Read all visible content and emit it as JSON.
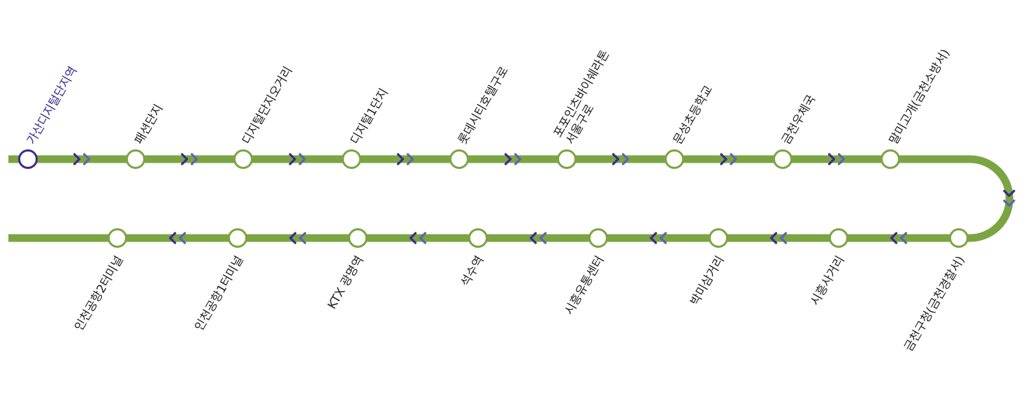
{
  "colors": {
    "line": "#7ba442",
    "current": "#3d2a8f",
    "arrow_dark": "#3d2a8f",
    "arrow_light": "#5e63b0",
    "text": "#222222",
    "station_fill": "#ffffff"
  },
  "current_station": "가산디지털단지역",
  "stations_top": [
    {
      "name": "가산디지털단지역",
      "lines": [
        "가산디지털단지역"
      ],
      "current": true
    },
    {
      "name": "패션단지",
      "lines": [
        "패션단지"
      ]
    },
    {
      "name": "디지털단지오거리",
      "lines": [
        "디지털단지오거리"
      ]
    },
    {
      "name": "디지털1단지",
      "lines": [
        "디지털1단지"
      ]
    },
    {
      "name": "롯데시티호텔구로",
      "lines": [
        "롯데시티호텔구로"
      ]
    },
    {
      "name": "포포인츠바이쉐라톤 서울구로",
      "lines": [
        "포포인츠바이쉐라톤",
        "서울구로"
      ]
    },
    {
      "name": "문성초등학교",
      "lines": [
        "문성초등학교"
      ]
    },
    {
      "name": "금천우체국",
      "lines": [
        "금천우체국"
      ]
    },
    {
      "name": "말미고개(금천소방서)",
      "lines": [
        "말미고개(금천소방서)"
      ]
    }
  ],
  "stations_bottom": [
    {
      "name": "인천공항2터미널",
      "lines": [
        "인천공항2터미널"
      ]
    },
    {
      "name": "인천공항1터미널",
      "lines": [
        "인천공항1터미널"
      ]
    },
    {
      "name": "KTX 광명역",
      "lines": [
        "KTX 광명역"
      ]
    },
    {
      "name": "석수역",
      "lines": [
        "석수역"
      ]
    },
    {
      "name": "시흥유통센터",
      "lines": [
        "시흥유통센터"
      ]
    },
    {
      "name": "박미삼거리",
      "lines": [
        "박미삼거리"
      ]
    },
    {
      "name": "시흥사거리",
      "lines": [
        "시흥사거리"
      ]
    },
    {
      "name": "금천구청(금천경찰서)",
      "lines": [
        "금천구청(금천경찰서)"
      ]
    }
  ],
  "direction_icons": {
    "top": "chevron-right-double-icon",
    "bottom": "chevron-left-double-icon",
    "turn": "chevron-down-double-icon"
  }
}
